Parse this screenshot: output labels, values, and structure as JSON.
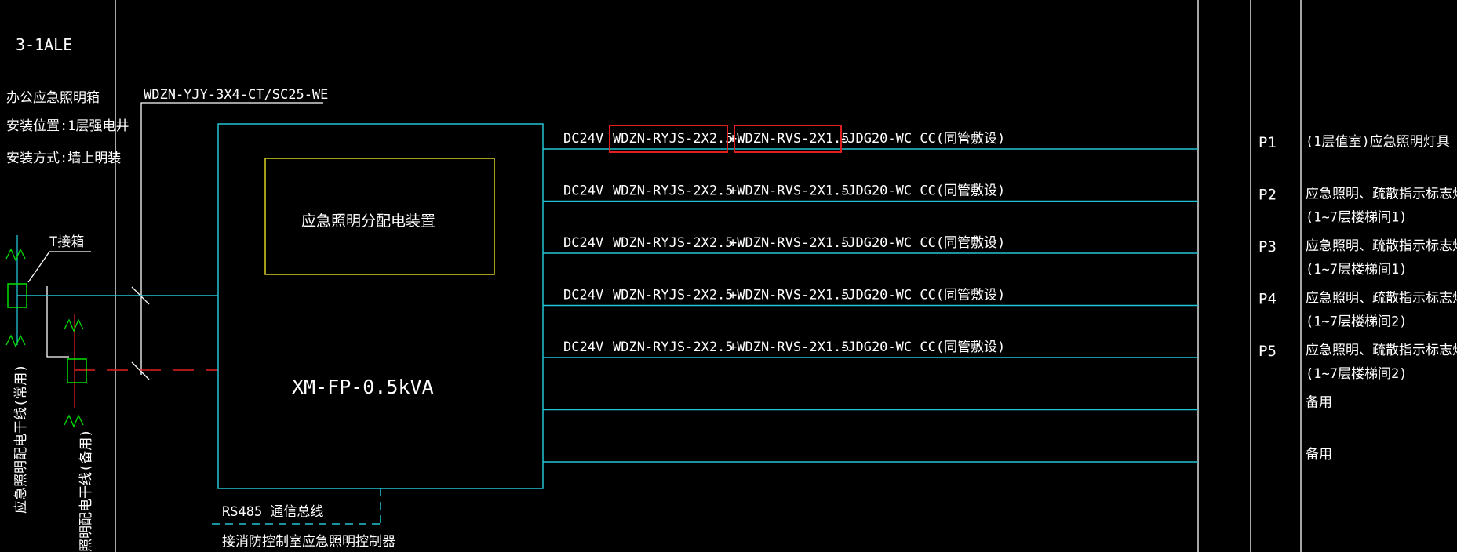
{
  "panel": {
    "id": "3-1ALE",
    "name": "办公应急照明箱",
    "location": "安装位置:1层强电井",
    "mounting": "安装方式:墙上明装"
  },
  "incoming": {
    "cable": "WDZN-YJY-3X4-CT/SC25-WE",
    "junction_box": "T接箱",
    "feeder_main": "应急照明配电干线(常用)",
    "feeder_backup": "照明配电干线(备用)"
  },
  "device": {
    "inner_label": "应急照明分配电装置",
    "model": "XM-FP-0.5kVA"
  },
  "comm": {
    "bus": "RS485  通信总线",
    "controller": "接消防控制室应急照明控制器"
  },
  "circuits": [
    {
      "voltage": "DC24V",
      "cable_a": "WDZN-RYJS-2X2.5",
      "cable_b": "+WDZN-RVS-2X1.5",
      "conduit": "-JDG20-WC CC(同管敷设)",
      "id": "P1",
      "desc": [
        "(1层值室)应急照明灯具"
      ],
      "highlighted": true
    },
    {
      "voltage": "DC24V",
      "cable_a": "WDZN-RYJS-2X2.5",
      "cable_b": "+WDZN-RVS-2X1.5",
      "conduit": "-JDG20-WC CC(同管敷设)",
      "id": "P2",
      "desc": [
        "应急照明、疏散指示标志灯",
        "(1~7层楼梯间1)"
      ],
      "highlighted": false
    },
    {
      "voltage": "DC24V",
      "cable_a": "WDZN-RYJS-2X2.5",
      "cable_b": "+WDZN-RVS-2X1.5",
      "conduit": "-JDG20-WC CC(同管敷设)",
      "id": "P3",
      "desc": [
        "应急照明、疏散指示标志灯",
        "(1~7层楼梯间1)"
      ],
      "highlighted": false
    },
    {
      "voltage": "DC24V",
      "cable_a": "WDZN-RYJS-2X2.5",
      "cable_b": "+WDZN-RVS-2X1.5",
      "conduit": "-JDG20-WC CC(同管敷设)",
      "id": "P4",
      "desc": [
        "应急照明、疏散指示标志灯",
        "(1~7层楼梯间2)"
      ],
      "highlighted": false
    },
    {
      "voltage": "DC24V",
      "cable_a": "WDZN-RYJS-2X2.5",
      "cable_b": "+WDZN-RVS-2X1.5",
      "conduit": "-JDG20-WC CC(同管敷设)",
      "id": "P5",
      "desc": [
        "应急照明、疏散指示标志灯",
        "(1~7层楼梯间2)"
      ],
      "highlighted": false
    },
    {
      "voltage": "",
      "cable_a": "",
      "cable_b": "",
      "conduit": "",
      "id": "",
      "desc": [
        "备用"
      ],
      "highlighted": false
    },
    {
      "voltage": "",
      "cable_a": "",
      "cable_b": "",
      "conduit": "",
      "id": "",
      "desc": [
        "备用"
      ],
      "highlighted": false
    }
  ],
  "colors": {
    "background": "#000000",
    "line_cyan": "#22c4d4",
    "line_white": "#ffffff",
    "device_frame": "#d8d020",
    "highlight": "#e02020",
    "dashed_red": "#e02020",
    "dashed_cyan": "#22c4d4",
    "ground_green": "#00e000"
  }
}
